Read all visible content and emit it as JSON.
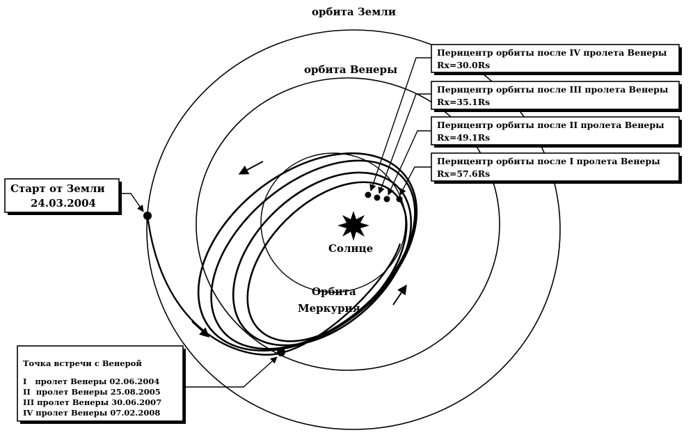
{
  "labels": {
    "earth_orbit": "орбита Земли",
    "venus_orbit": "орбита Венеры",
    "sun": "Солнце",
    "mercury_orbit_line1": "Орбита",
    "mercury_orbit_line2": "Меркурия"
  },
  "start_box": {
    "line1": "Старт от Земли",
    "line2": "24.03.2004"
  },
  "periapsis_boxes": [
    {
      "title": "Перицентр орбиты после IV пролета Венеры",
      "value": "Rx=30.0Rs"
    },
    {
      "title": "Перицентр орбиты после III пролета Венеры",
      "value": "Rx=35.1Rs"
    },
    {
      "title": "Перицентр орбиты после II пролета Венеры",
      "value": "Rx=49.1Rs"
    },
    {
      "title": "Перицентр орбиты после I пролета Венеры",
      "value": "Rx=57.6Rs"
    }
  ],
  "encounter_box": {
    "title": "Точка встречи с Венерой",
    "flybys": [
      "I   пролет Венеры 02.06.2004",
      "II  пролет Венеры 25.08.2005",
      "III пролет Венеры 30.06.2007",
      "IV пролет Венеры 07.02.2008"
    ]
  }
}
